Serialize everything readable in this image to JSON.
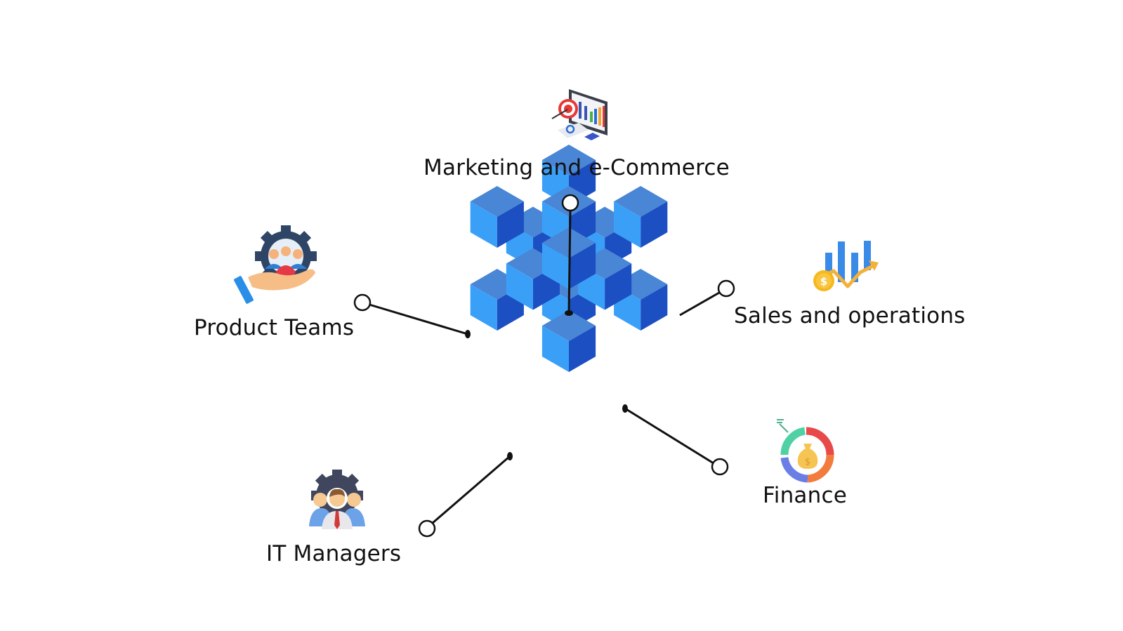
{
  "diagram": {
    "center": {
      "name": "data-cube",
      "colors": {
        "top": "#4a86d6",
        "left": "#3aa0f7",
        "right": "#1c4fc2"
      }
    },
    "segments": [
      {
        "id": "marketing",
        "label": "Marketing and e-Commerce",
        "icon": "marketing-analytics-icon"
      },
      {
        "id": "product",
        "label": "Product Teams",
        "icon": "product-team-icon"
      },
      {
        "id": "sales",
        "label": "Sales and operations",
        "icon": "sales-growth-icon"
      },
      {
        "id": "finance",
        "label": "Finance",
        "icon": "finance-moneybag-icon"
      },
      {
        "id": "it",
        "label": "IT Managers",
        "icon": "it-managers-icon"
      }
    ],
    "connector_color": "#111111"
  }
}
